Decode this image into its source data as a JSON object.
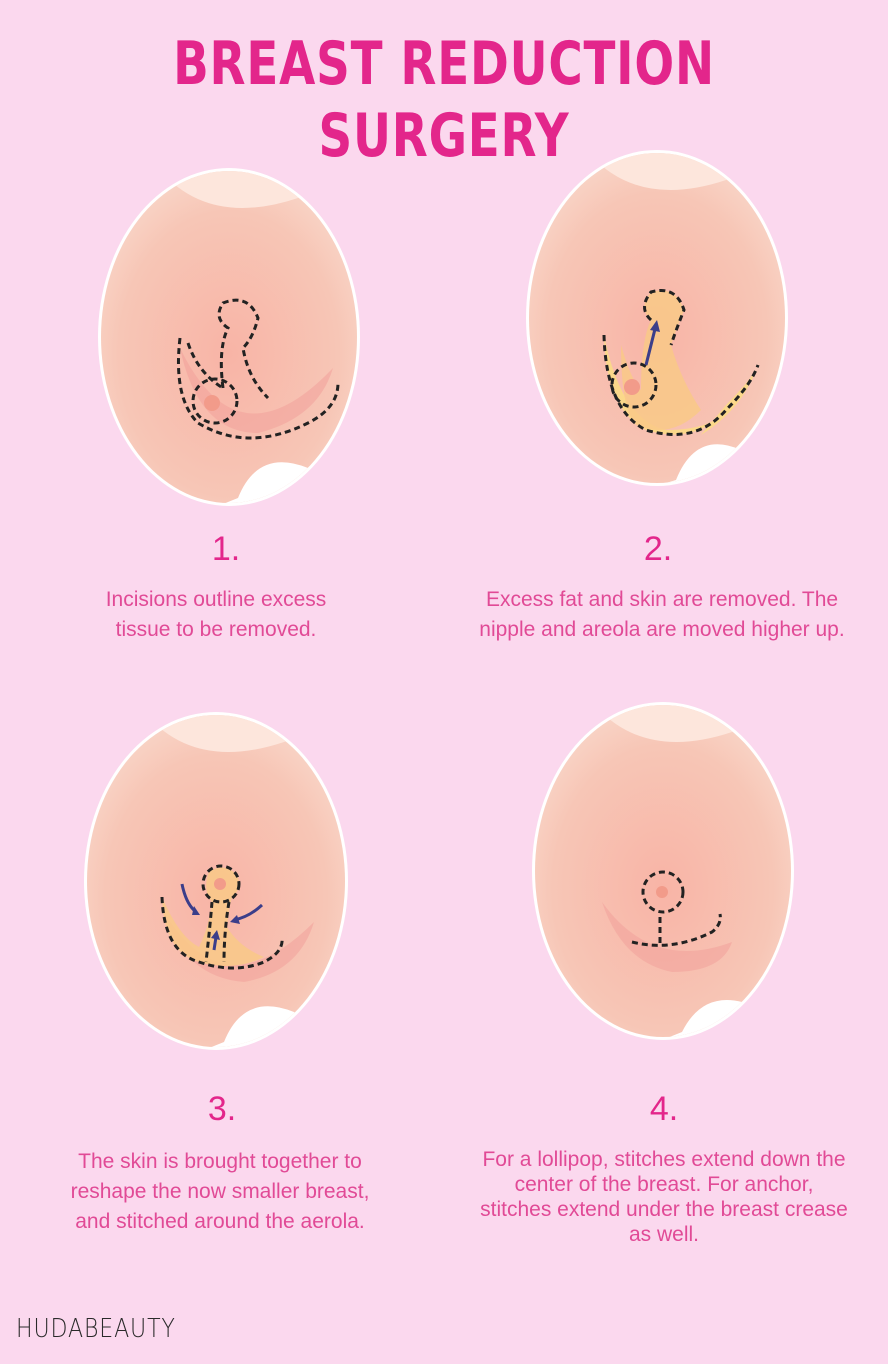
{
  "title": "BREAST REDUCTION SURGERY",
  "steps": [
    {
      "number": "1.",
      "text": "Incisions outline excess tissue to be removed."
    },
    {
      "number": "2.",
      "text": "Excess fat and skin are removed. The nipple and areola are moved higher up."
    },
    {
      "number": "3.",
      "text": "The skin is brought together to reshape the now smaller breast, and stitched around the aerola."
    },
    {
      "number": "4.",
      "text": "For a lollipop, stitches extend down the center of the breast. For anchor, stitches extend under the breast crease as well."
    }
  ],
  "logo": "HUDABEAUTY",
  "colors": {
    "background": "#fbd8ee",
    "accent": "#e3268b",
    "text": "#e14a96",
    "skin": "#f6c3b0",
    "removed_tissue": "#fbd88a"
  }
}
